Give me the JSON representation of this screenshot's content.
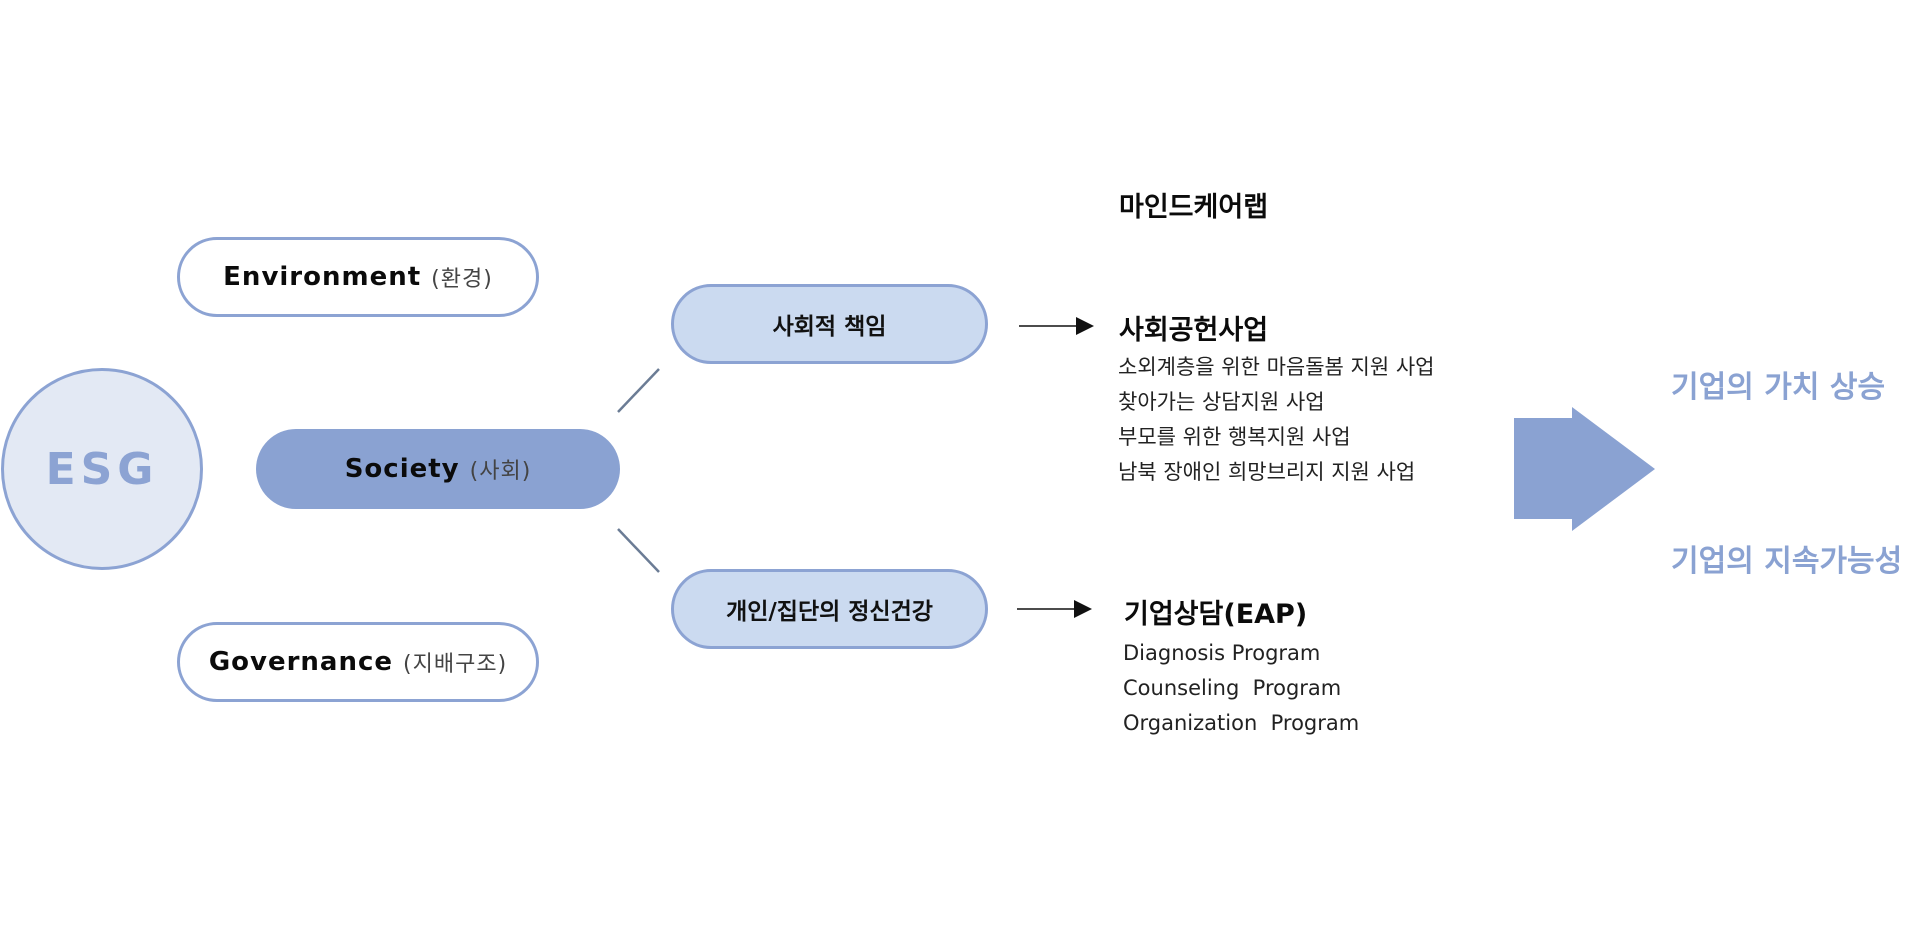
{
  "esg": {
    "label": "ESG"
  },
  "pillars": {
    "environment": {
      "main": "Environment",
      "sub": "(환경)"
    },
    "society": {
      "main": "Society",
      "sub": "(사회)"
    },
    "governance": {
      "main": "Governance",
      "sub": "(지배구조)"
    }
  },
  "branches": {
    "social_responsibility": "사회적 책임",
    "mental_health": "개인/집단의 정신건강"
  },
  "company": {
    "name": "마인드케어랩"
  },
  "programs": {
    "social_contribution": {
      "title": "사회공헌사업",
      "items": [
        "소외계층을 위한 마음돌봄 지원 사업",
        "찾아가는 상담지원 사업",
        "부모를 위한 행복지원 사업",
        "남북 장애인 희망브리지 지원 사업"
      ]
    },
    "eap": {
      "title": "기업상담(EAP)",
      "items": [
        "Diagnosis Program",
        "Counseling  Program",
        "Organization  Program"
      ]
    }
  },
  "results": {
    "value_increase": "기업의 가치 상승",
    "sustainability": "기업의 지속가능성"
  },
  "colors": {
    "accent": "#8aa2d2",
    "light_fill": "#cbdaf0",
    "circle_fill": "#e3e9f4"
  }
}
